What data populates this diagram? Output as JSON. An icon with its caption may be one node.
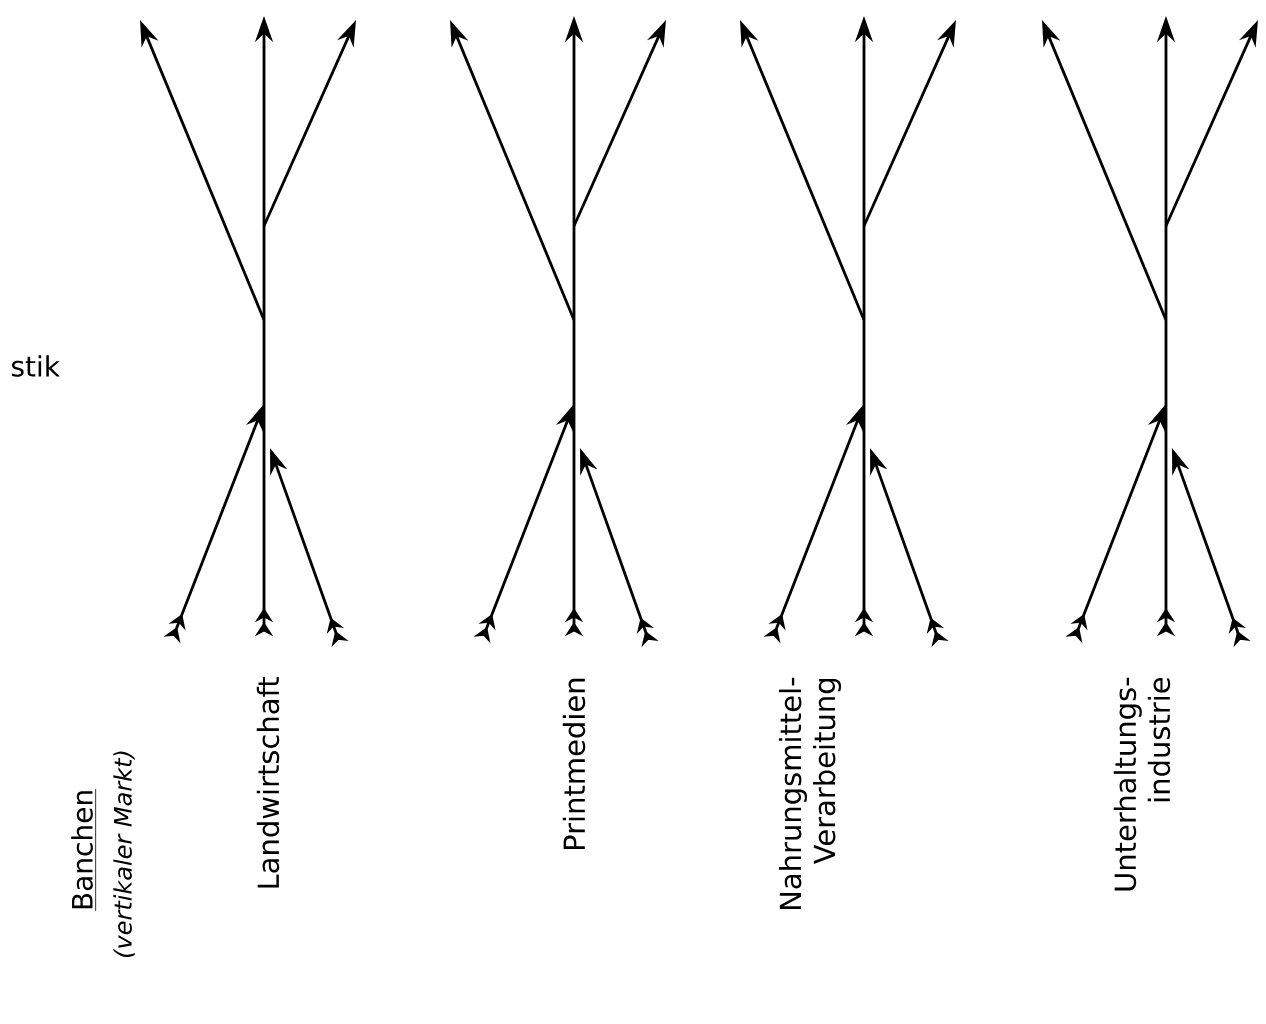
{
  "diagram": {
    "labels": [
      "stik",
      "Banchen",
      "(vertikaler Markt)",
      "Landwirtschaft",
      "Printmedien",
      "Nahrungsmittel- Verarbeitung",
      "Unterhaltungs- industrie"
    ]
  }
}
